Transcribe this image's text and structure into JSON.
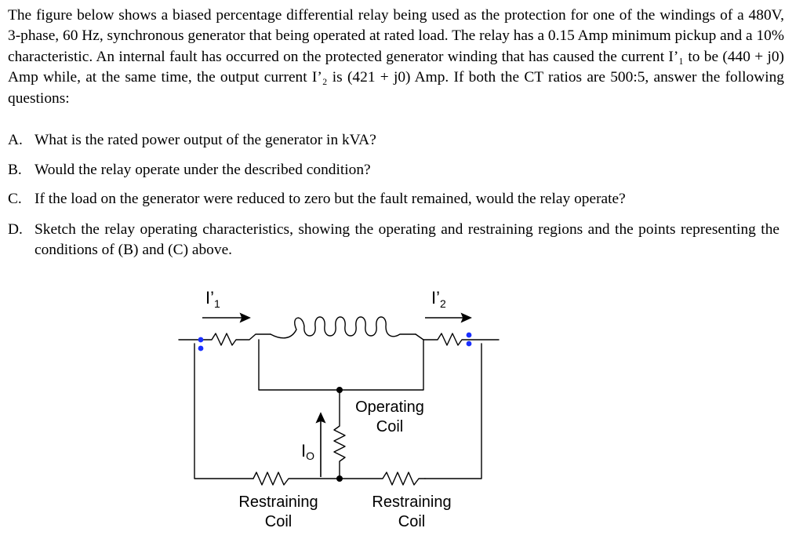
{
  "problem": {
    "paragraph": "The figure below shows a biased percentage differential relay being used as the protection for one of the windings of a 480V, 3-phase, 60 Hz, synchronous generator that being operated at rated load.  The relay has a 0.15 Amp minimum pickup and a 10% characteristic.  An internal fault has occurred on the protected generator winding that has caused the current I’₁ to be (440 + j0) Amp while, at the same time, the output current I’₂ is (421 + j0) Amp.  If both the CT ratios are 500:5, answer the following questions:"
  },
  "questions": [
    {
      "letter": "A.",
      "text": "What is the rated power output of the generator in kVA?"
    },
    {
      "letter": "B.",
      "text": "Would the relay operate under the described condition?"
    },
    {
      "letter": "C.",
      "text": "If the load on the generator were reduced to zero but the fault remained, would the relay operate?"
    },
    {
      "letter": "D.",
      "text": "Sketch the relay operating characteristics, showing the operating and restraining regions and the points representing the conditions of (B) and (C) above."
    }
  ],
  "figure": {
    "i1_main": "I’",
    "i1_sub": "1",
    "i2_main": "I’",
    "i2_sub": "2",
    "io_main": "I",
    "io_sub": "O",
    "operating_coil_line1": "Operating",
    "operating_coil_line2": "Coil",
    "restraining_left_line1": "Restraining",
    "restraining_left_line2": "Coil",
    "restraining_right_line1": "Restraining",
    "restraining_right_line2": "Coil",
    "terminal_color": "#1a2fff"
  }
}
